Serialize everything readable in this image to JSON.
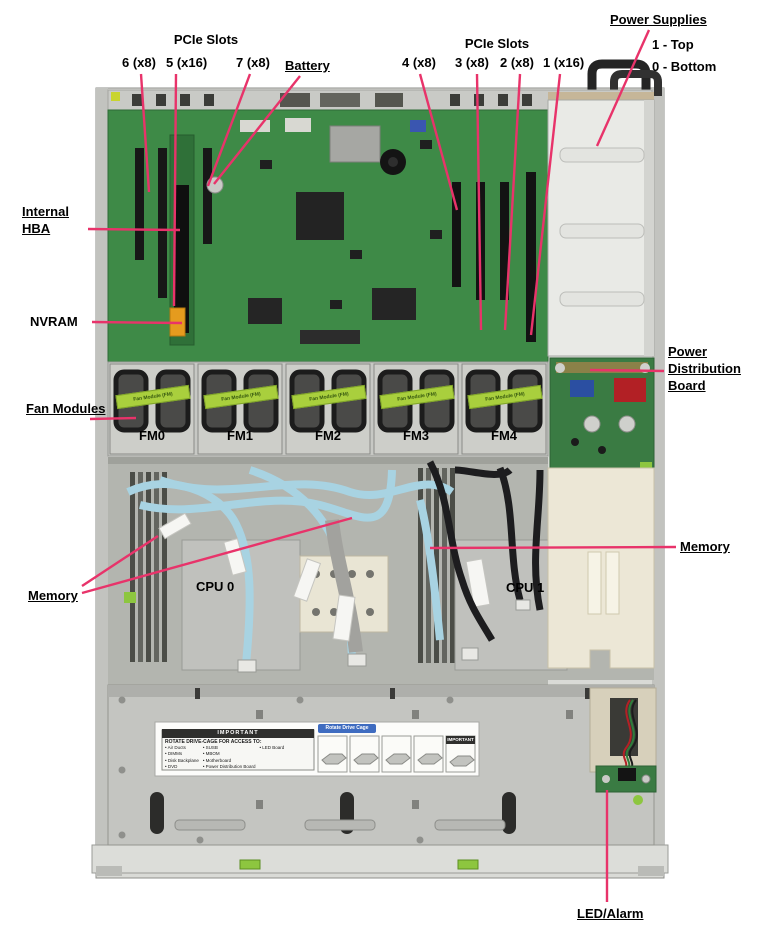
{
  "colors": {
    "callout": "#e8336a",
    "motherboard": "#3e8a47",
    "fan_sticker": "#a9cf3d",
    "chassis": "#d9dad6"
  },
  "labels": {
    "pcie_left": {
      "title": "PCIe Slots",
      "slot6": "6 (x8)",
      "slot5": "5 (x16)",
      "slot7": "7 (x8)"
    },
    "pcie_right": {
      "title": "PCIe Slots",
      "slot4": "4 (x8)",
      "slot3": "3 (x8)",
      "slot2": "2 (x8)",
      "slot1": "1 (x16)"
    },
    "battery": "Battery",
    "power_supplies": {
      "title": "Power Supplies",
      "line1": "1 - Top",
      "line2": "0 - Bottom"
    },
    "internal_hba": "Internal HBA",
    "nvram": "NVRAM",
    "fan_modules": "Fan Modules",
    "fans": [
      "FM0",
      "FM1",
      "FM2",
      "FM3",
      "FM4"
    ],
    "fan_sticker": "Fan Module (FM)",
    "power_distribution_board": "Power Distribution Board",
    "memory_left": "Memory",
    "memory_right": "Memory",
    "cpu0": "CPU 0",
    "cpu1": "CPU 1",
    "led_alarm": "LED/Alarm"
  },
  "service_label": {
    "important": "IMPORTANT",
    "rotate": "ROTATE DRIVE-CAGE FOR ACCESS TO:",
    "col1": "• Air Ducts\n• DIMMs\n• Disk Backplane\n• DVD",
    "col2": "• SUSB\n• MBOM\n• Motherboard\n• Power Distribution Board",
    "col3": "• LED Board",
    "banner": "Rotate Drive Cage",
    "important2": "IMPORTANT"
  }
}
